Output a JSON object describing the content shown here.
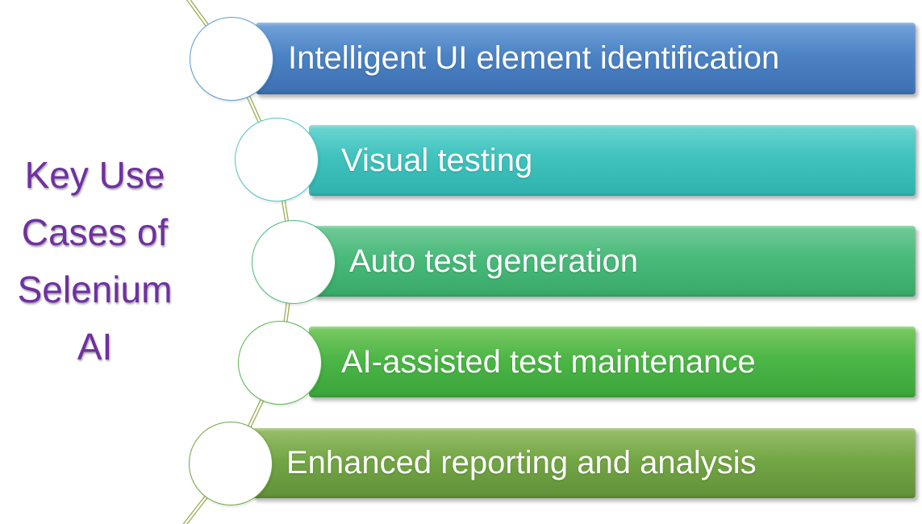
{
  "title": {
    "text": "Key Use Cases of Selenium AI",
    "lines": [
      "Key Use",
      "Cases of",
      "Selenium",
      "AI"
    ],
    "color": "#7030a0"
  },
  "items": [
    {
      "label": "Intelligent UI element identification",
      "gradient_top": "#74a3da",
      "gradient_mid": "#4c83c5",
      "gradient_bottom": "#3b70b1",
      "circle_border": "#5b9bd5"
    },
    {
      "label": "Visual testing",
      "gradient_top": "#6cd5d1",
      "gradient_mid": "#40c2be",
      "gradient_bottom": "#2fb2ae",
      "circle_border": "#4fc8c4"
    },
    {
      "label": "Auto test generation",
      "gradient_top": "#72ca98",
      "gradient_mid": "#49ba7a",
      "gradient_bottom": "#38a967",
      "circle_border": "#4dbc7c"
    },
    {
      "label": "AI-assisted test maintenance",
      "gradient_top": "#7cca63",
      "gradient_mid": "#4cb646",
      "gradient_bottom": "#3ba43b",
      "circle_border": "#58b84e"
    },
    {
      "label": "Enhanced reporting and analysis",
      "gradient_top": "#9abf6c",
      "gradient_mid": "#73a645",
      "gradient_bottom": "#619039",
      "circle_border": "#71a747"
    }
  ],
  "connector": {
    "color": "#9aad52"
  },
  "background_color": "#ffffff"
}
